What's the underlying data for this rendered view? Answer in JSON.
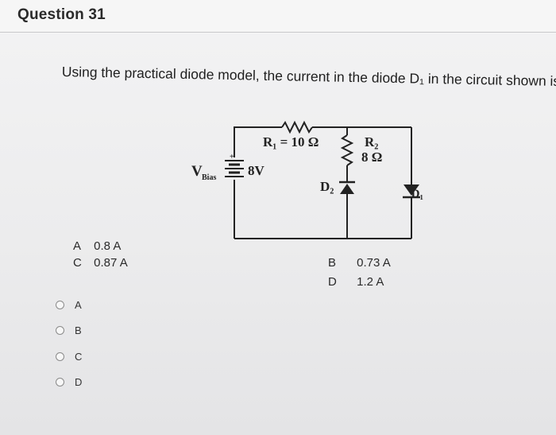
{
  "question": {
    "title": "Question 31",
    "prompt": "Using the practical diode model, the current in the diode D₁ in the circuit shown is:"
  },
  "circuit": {
    "labels": {
      "r1": "R₁ = 10 Ω",
      "r2": "R₂",
      "r2_value": "8 Ω",
      "vbias_v": "V",
      "vbias_sub": "Bias",
      "source_value": "8V",
      "d2": "D₂",
      "d1": "D₁",
      "plus": "+"
    }
  },
  "options": [
    {
      "letter": "A",
      "value": "0.8 A"
    },
    {
      "letter": "C",
      "value": "0.87 A"
    },
    {
      "letter": "B",
      "value": "0.73 A"
    },
    {
      "letter": "D",
      "value": "1.2 A"
    }
  ],
  "choices": [
    {
      "label": "A"
    },
    {
      "label": "B"
    },
    {
      "label": "C"
    },
    {
      "label": "D"
    }
  ]
}
